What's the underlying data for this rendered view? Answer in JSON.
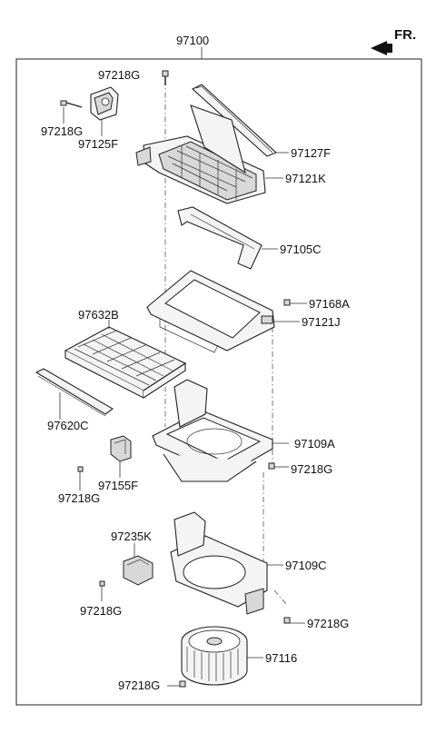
{
  "header": {
    "direction_label": "FR.",
    "assembly_number": "97100"
  },
  "labels": {
    "bolt_top": "97218G",
    "bolt_actuator": "97218G",
    "actuator": "97125F",
    "seal": "97127F",
    "intake_case": "97121K",
    "duct": "97105C",
    "clip": "97168A",
    "filter_cover": "97121J",
    "filter": "97632B",
    "filter_door": "97620C",
    "upper_case": "97109A",
    "bolt_upper_case": "97218G",
    "sensor_module": "97155F",
    "bolt_sensor": "97218G",
    "resistor": "97235K",
    "lower_case": "97109C",
    "bolt_resistor": "97218G",
    "bolt_lower_case": "97218G",
    "blower_motor": "97116",
    "bolt_motor": "97218G"
  }
}
